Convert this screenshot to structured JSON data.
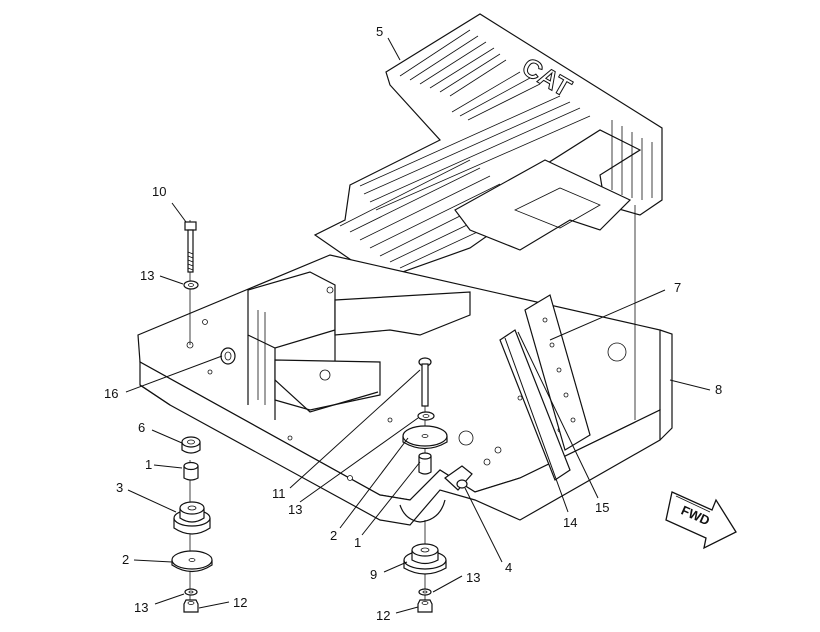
{
  "callouts": {
    "c1a": "1",
    "c1b": "1",
    "c2a": "2",
    "c2b": "2",
    "c3": "3",
    "c4": "4",
    "c5": "5",
    "c6": "6",
    "c7": "7",
    "c8": "8",
    "c9": "9",
    "c10": "10",
    "c11": "11",
    "c12a": "12",
    "c12b": "12",
    "c13a": "13",
    "c13b": "13",
    "c13c": "13",
    "c13d": "13",
    "c14": "14",
    "c15": "15",
    "c16": "16"
  },
  "direction_label": "FWD",
  "mat_text": "CAT"
}
